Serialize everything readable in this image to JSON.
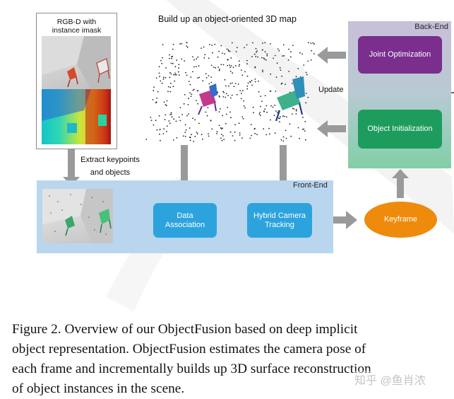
{
  "figure": {
    "input_panel_label": "RGB-D with\ninstance imask",
    "map_title": "Build up an object-oriented 3D map",
    "extract_label": "Extract keypoints\nand objects",
    "frontend_label": "Front-End",
    "backend_label": "Back-End",
    "update_label": "Update",
    "data_association": "Data\nAssociation",
    "hybrid_tracking": "Hybrid Camera\nTracking",
    "keyframe": "Keyframe",
    "joint_optimization": "Joint Optimization",
    "object_initialization": "Object Initialization"
  },
  "colors": {
    "frontend_bg": "#b9d6ee",
    "box_blue": "#2da3dd",
    "joint_purple": "#7a2e8e",
    "init_green": "#1e9c5d",
    "keyframe_orange": "#ee8a0c",
    "arrow_gray": "#9a9a9a"
  },
  "caption": {
    "line1": "Figure 2. Overview of our ObjectFusion based on deep implicit",
    "line2": "object representation. ObjectFusion estimates the camera pose of",
    "line3": "each frame and incrementally builds up 3D surface reconstruction",
    "line4": "of object instances in the scene."
  },
  "watermark": "知乎 @鱼肖浓"
}
